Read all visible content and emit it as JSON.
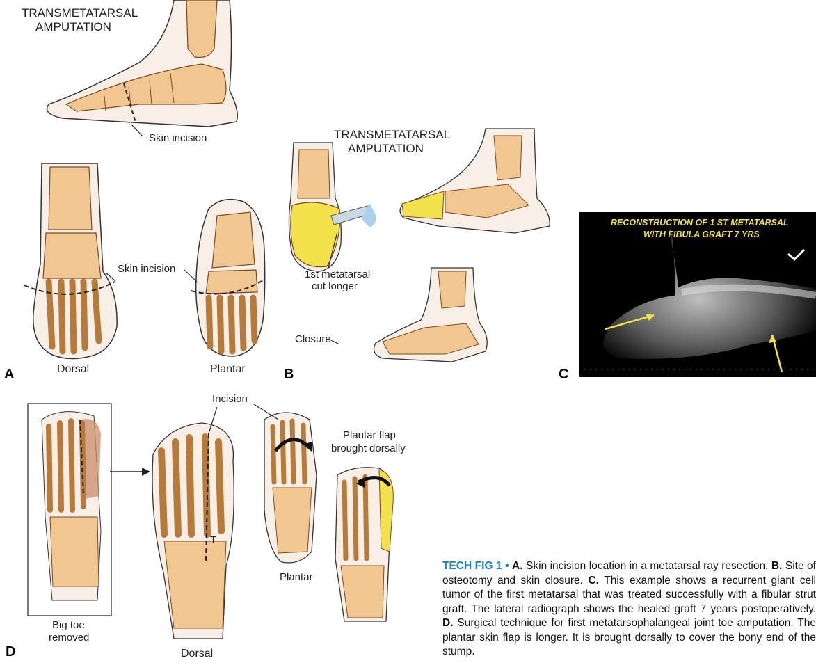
{
  "panel_a": {
    "label": "A",
    "title_line1": "TRANSMETATARSAL",
    "title_line2": "AMPUTATION",
    "skin_incision_top": "Skin incision",
    "skin_incision_mid": "Skin incision",
    "dorsal": "Dorsal",
    "plantar": "Plantar"
  },
  "panel_b": {
    "label": "B",
    "title_line1": "TRANSMETATARSAL",
    "title_line2": "AMPUTATION",
    "cut_line1": "1st metatarsal",
    "cut_line2": "cut longer",
    "closure": "Closure"
  },
  "panel_c": {
    "label": "C",
    "xray_line1": "RECONSTRUCTION  OF 1 ST METATARSAL",
    "xray_line2": "WITH FIBULA GRAFT 7 YRS"
  },
  "panel_d": {
    "label": "D",
    "incision": "Incision",
    "big_toe_line1": "Big toe",
    "big_toe_line2": "removed",
    "dorsal": "Dorsal",
    "plantar": "Plantar",
    "flap_line1": "Plantar flap",
    "flap_line2": "brought dorsally",
    "t_mark": "T"
  },
  "caption": {
    "tag": "TECH FIG 1 •",
    "a_label": "A.",
    "a_text": " Skin incision location in a metatarsal ray resection. ",
    "b_label": "B.",
    "b_text": " Site of osteotomy and skin closure. ",
    "c_label": "C.",
    "c_text": " This example shows a recurrent giant cell tumor of the first metatarsal that was treated successfully with a fibular strut graft. The lateral radiograph shows the healed graft 7 years postoperatively. ",
    "d_label": "D.",
    "d_text": " Surgical technique for first metatarsophalangeal joint toe amputation. The plantar skin flap is longer. It is brought dorsally to cover the bony end of the stump."
  },
  "colors": {
    "caption_tag": "#1a83c4",
    "bone_fill": "#f2c690",
    "bone_stroke": "#7a4a22",
    "skin_fill": "#f7efe6",
    "graft_yellow": "#f2e14a",
    "xray_text": "#f2e14a"
  }
}
